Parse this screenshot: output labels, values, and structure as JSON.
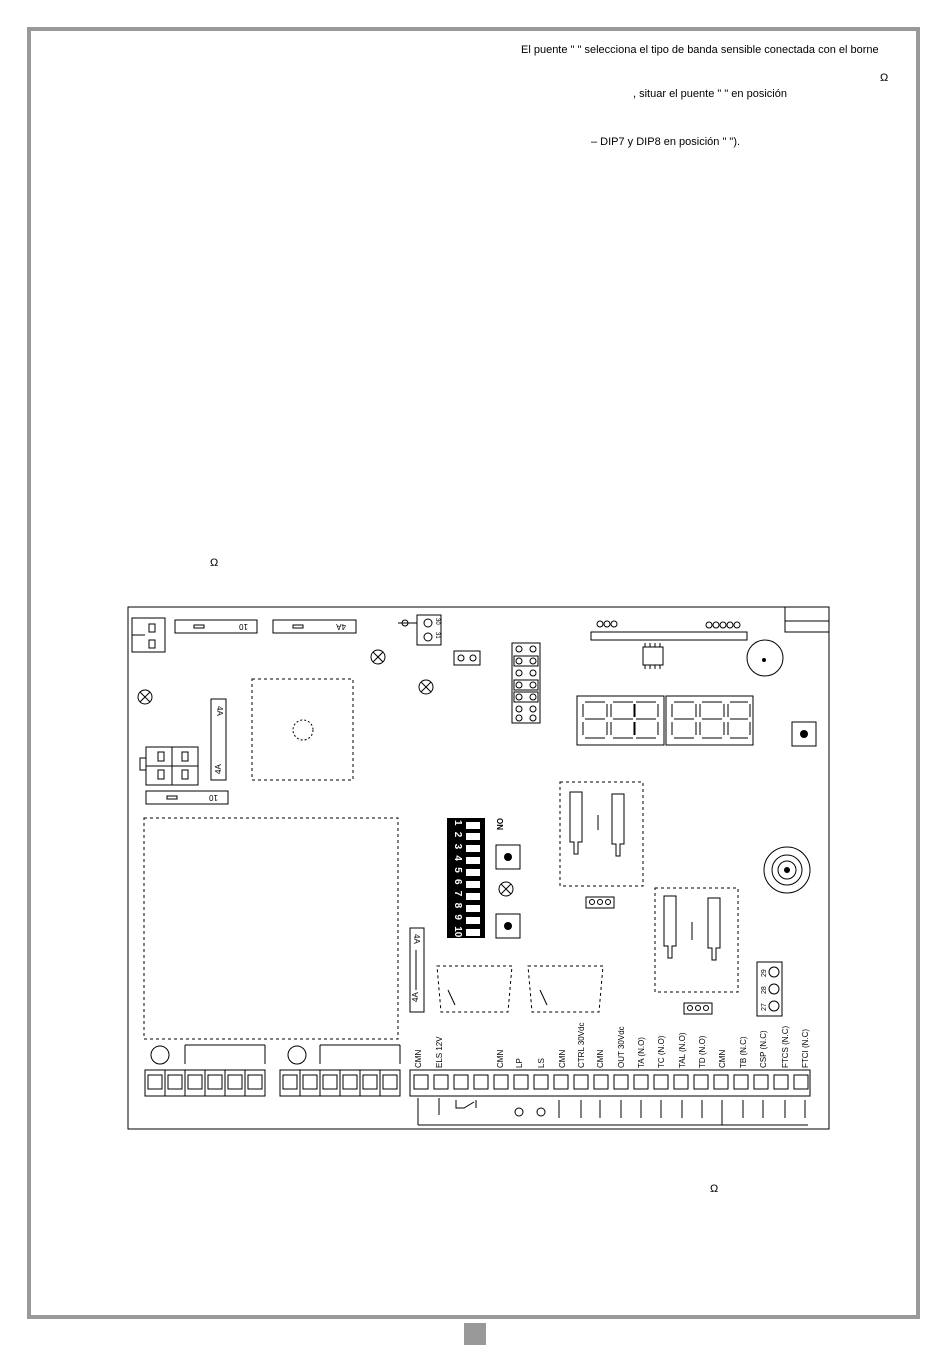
{
  "text": {
    "line1": "El puente \"    \" selecciona el tipo de banda sensible conectada con el borne",
    "omega1": "Ω",
    "line2": ", situar el puente \"    \" en posición",
    "line3": "– DIP7 y DIP8 en posición \"        \").",
    "omega2": "Ω",
    "omega3": "Ω"
  },
  "board": {
    "fuse_10a": "10",
    "fuse_4a": "4A",
    "jumper_nums": [
      "30",
      "31"
    ],
    "dip_on": "ON",
    "dip_numbers": [
      "1",
      "2",
      "3",
      "4",
      "5",
      "6",
      "7",
      "8",
      "9",
      "10"
    ],
    "terminal_numbers": [
      "27",
      "28",
      "29"
    ],
    "terminal_labels": [
      "CMN",
      "ELS 12V",
      "CMN",
      "LP",
      "LS",
      "CMN",
      "CTRL 30Vdc",
      "CMN",
      "OUT 30Vdc",
      "TA (N.O)",
      "TC (N.O)",
      "TAL (N.O)",
      "TD (N.O)",
      "CMN",
      "TB (N.C)",
      "CSP (N.C)",
      "FTCS (N.C)",
      "FTCI (N.C)"
    ]
  }
}
